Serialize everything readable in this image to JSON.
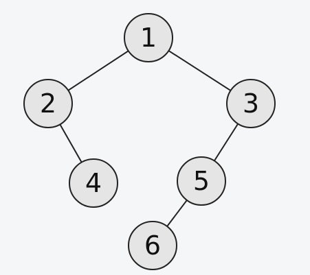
{
  "tree": {
    "nodes": [
      {
        "id": "n1",
        "label": "1"
      },
      {
        "id": "n2",
        "label": "2"
      },
      {
        "id": "n3",
        "label": "3"
      },
      {
        "id": "n4",
        "label": "4"
      },
      {
        "id": "n5",
        "label": "5"
      },
      {
        "id": "n6",
        "label": "6"
      }
    ],
    "edges": [
      {
        "from": "n1",
        "to": "n2"
      },
      {
        "from": "n1",
        "to": "n3"
      },
      {
        "from": "n2",
        "to": "n4"
      },
      {
        "from": "n3",
        "to": "n5"
      },
      {
        "from": "n5",
        "to": "n6"
      }
    ]
  },
  "colors": {
    "background": "#f5f6f8",
    "node_fill": "#e5e5e5",
    "stroke": "#222222",
    "text": "#111111"
  }
}
